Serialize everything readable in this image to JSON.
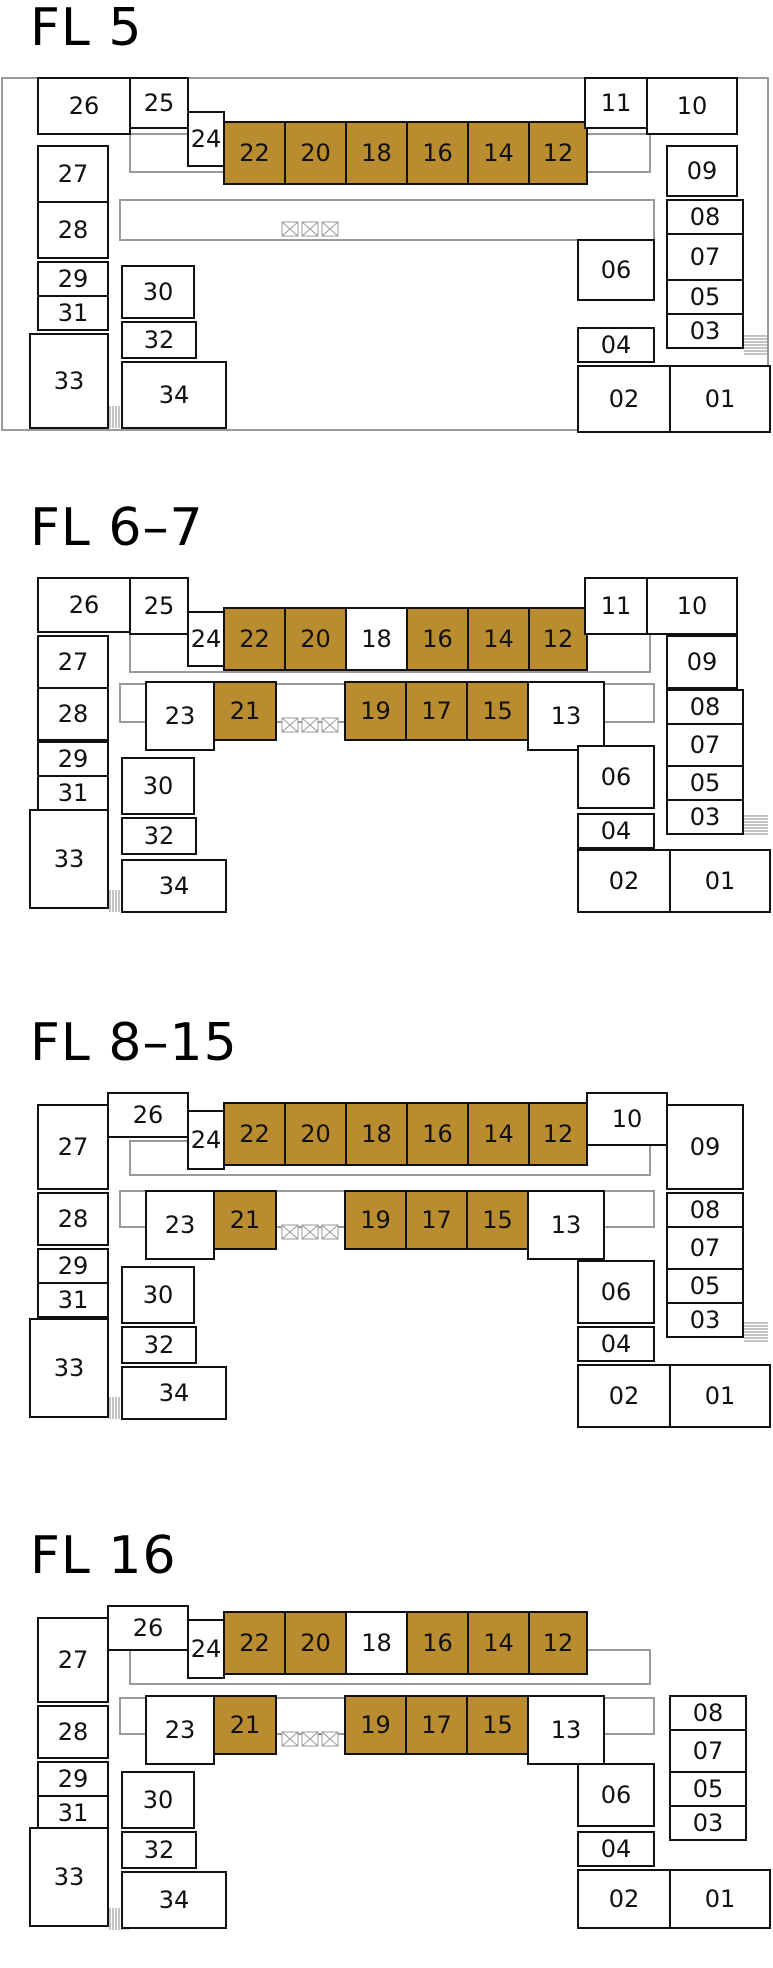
{
  "colors": {
    "available": "#b98c30",
    "plain": "#ffffff",
    "outline": "#111111",
    "corridor": "#9a9a9a"
  },
  "floors": [
    {
      "title": "FL 5",
      "units": [
        {
          "id": "26",
          "status": "plain"
        },
        {
          "id": "25",
          "status": "plain"
        },
        {
          "id": "24",
          "status": "plain"
        },
        {
          "id": "22",
          "status": "available"
        },
        {
          "id": "20",
          "status": "available"
        },
        {
          "id": "18",
          "status": "available"
        },
        {
          "id": "16",
          "status": "available"
        },
        {
          "id": "14",
          "status": "available"
        },
        {
          "id": "12",
          "status": "available"
        },
        {
          "id": "11",
          "status": "plain"
        },
        {
          "id": "10",
          "status": "plain"
        },
        {
          "id": "27",
          "status": "plain"
        },
        {
          "id": "09",
          "status": "plain"
        },
        {
          "id": "28",
          "status": "plain"
        },
        {
          "id": "08",
          "status": "plain"
        },
        {
          "id": "07",
          "status": "plain"
        },
        {
          "id": "29",
          "status": "plain"
        },
        {
          "id": "31",
          "status": "plain"
        },
        {
          "id": "30",
          "status": "plain"
        },
        {
          "id": "06",
          "status": "plain"
        },
        {
          "id": "05",
          "status": "plain"
        },
        {
          "id": "03",
          "status": "plain"
        },
        {
          "id": "32",
          "status": "plain"
        },
        {
          "id": "04",
          "status": "plain"
        },
        {
          "id": "33",
          "status": "plain"
        },
        {
          "id": "34",
          "status": "plain"
        },
        {
          "id": "02",
          "status": "plain"
        },
        {
          "id": "01",
          "status": "plain"
        }
      ]
    },
    {
      "title": "FL 6–7",
      "units": [
        {
          "id": "26",
          "status": "plain"
        },
        {
          "id": "25",
          "status": "plain"
        },
        {
          "id": "24",
          "status": "plain"
        },
        {
          "id": "22",
          "status": "available"
        },
        {
          "id": "20",
          "status": "available"
        },
        {
          "id": "18",
          "status": "plain"
        },
        {
          "id": "16",
          "status": "available"
        },
        {
          "id": "14",
          "status": "available"
        },
        {
          "id": "12",
          "status": "available"
        },
        {
          "id": "11",
          "status": "plain"
        },
        {
          "id": "10",
          "status": "plain"
        },
        {
          "id": "27",
          "status": "plain"
        },
        {
          "id": "09",
          "status": "plain"
        },
        {
          "id": "28",
          "status": "plain"
        },
        {
          "id": "23",
          "status": "plain"
        },
        {
          "id": "21",
          "status": "available"
        },
        {
          "id": "19",
          "status": "available"
        },
        {
          "id": "17",
          "status": "available"
        },
        {
          "id": "15",
          "status": "available"
        },
        {
          "id": "13",
          "status": "plain"
        },
        {
          "id": "08",
          "status": "plain"
        },
        {
          "id": "07",
          "status": "plain"
        },
        {
          "id": "29",
          "status": "plain"
        },
        {
          "id": "30",
          "status": "plain"
        },
        {
          "id": "06",
          "status": "plain"
        },
        {
          "id": "31",
          "status": "plain"
        },
        {
          "id": "05",
          "status": "plain"
        },
        {
          "id": "03",
          "status": "plain"
        },
        {
          "id": "32",
          "status": "plain"
        },
        {
          "id": "04",
          "status": "plain"
        },
        {
          "id": "33",
          "status": "plain"
        },
        {
          "id": "34",
          "status": "plain"
        },
        {
          "id": "02",
          "status": "plain"
        },
        {
          "id": "01",
          "status": "plain"
        }
      ]
    },
    {
      "title": "FL 8–15",
      "units": [
        {
          "id": "26",
          "status": "plain"
        },
        {
          "id": "24",
          "status": "plain"
        },
        {
          "id": "22",
          "status": "available"
        },
        {
          "id": "20",
          "status": "available"
        },
        {
          "id": "18",
          "status": "available"
        },
        {
          "id": "16",
          "status": "available"
        },
        {
          "id": "14",
          "status": "available"
        },
        {
          "id": "12",
          "status": "available"
        },
        {
          "id": "10",
          "status": "plain"
        },
        {
          "id": "27",
          "status": "plain"
        },
        {
          "id": "09",
          "status": "plain"
        },
        {
          "id": "28",
          "status": "plain"
        },
        {
          "id": "23",
          "status": "plain"
        },
        {
          "id": "21",
          "status": "available"
        },
        {
          "id": "19",
          "status": "available"
        },
        {
          "id": "17",
          "status": "available"
        },
        {
          "id": "15",
          "status": "available"
        },
        {
          "id": "13",
          "status": "plain"
        },
        {
          "id": "08",
          "status": "plain"
        },
        {
          "id": "07",
          "status": "plain"
        },
        {
          "id": "29",
          "status": "plain"
        },
        {
          "id": "30",
          "status": "plain"
        },
        {
          "id": "06",
          "status": "plain"
        },
        {
          "id": "31",
          "status": "plain"
        },
        {
          "id": "05",
          "status": "plain"
        },
        {
          "id": "03",
          "status": "plain"
        },
        {
          "id": "32",
          "status": "plain"
        },
        {
          "id": "04",
          "status": "plain"
        },
        {
          "id": "33",
          "status": "plain"
        },
        {
          "id": "34",
          "status": "plain"
        },
        {
          "id": "02",
          "status": "plain"
        },
        {
          "id": "01",
          "status": "plain"
        }
      ]
    },
    {
      "title": "FL 16",
      "units": [
        {
          "id": "26",
          "status": "plain"
        },
        {
          "id": "24",
          "status": "plain"
        },
        {
          "id": "22",
          "status": "available"
        },
        {
          "id": "20",
          "status": "available"
        },
        {
          "id": "18",
          "status": "plain"
        },
        {
          "id": "16",
          "status": "available"
        },
        {
          "id": "14",
          "status": "available"
        },
        {
          "id": "12",
          "status": "available"
        },
        {
          "id": "27",
          "status": "plain"
        },
        {
          "id": "28",
          "status": "plain"
        },
        {
          "id": "23",
          "status": "plain"
        },
        {
          "id": "21",
          "status": "available"
        },
        {
          "id": "19",
          "status": "available"
        },
        {
          "id": "17",
          "status": "available"
        },
        {
          "id": "15",
          "status": "available"
        },
        {
          "id": "13",
          "status": "plain"
        },
        {
          "id": "08",
          "status": "plain"
        },
        {
          "id": "07",
          "status": "plain"
        },
        {
          "id": "29",
          "status": "plain"
        },
        {
          "id": "30",
          "status": "plain"
        },
        {
          "id": "06",
          "status": "plain"
        },
        {
          "id": "31",
          "status": "plain"
        },
        {
          "id": "05",
          "status": "plain"
        },
        {
          "id": "03",
          "status": "plain"
        },
        {
          "id": "32",
          "status": "plain"
        },
        {
          "id": "04",
          "status": "plain"
        },
        {
          "id": "33",
          "status": "plain"
        },
        {
          "id": "34",
          "status": "plain"
        },
        {
          "id": "02",
          "status": "plain"
        },
        {
          "id": "01",
          "status": "plain"
        }
      ]
    }
  ]
}
